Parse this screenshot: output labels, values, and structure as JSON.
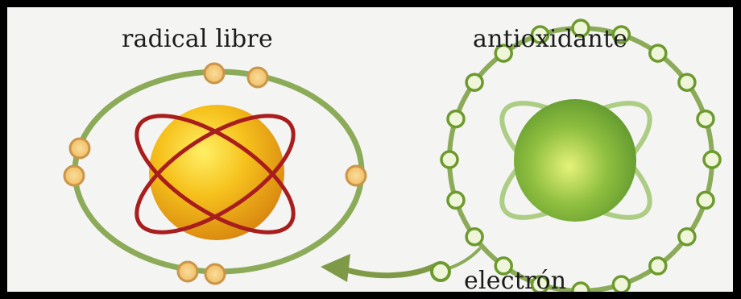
{
  "labels": {
    "free_radical": "radical libre",
    "antioxidant": "antioxidante",
    "electron": "electrón"
  },
  "colors": {
    "background": "#f4f4f2",
    "frame": "#000000",
    "orbit_green": "#8cab58",
    "radical_core": "#f3b41a",
    "radical_orbits": "#a81d1d",
    "radical_electron": "#f2c46b",
    "antioxidant_core": "#7cae3c",
    "antioxidant_orbits": "#a6c97a",
    "antioxidant_electron": "#eef5d8"
  },
  "counts": {
    "radical_electrons": 7,
    "antioxidant_electrons": 20
  }
}
